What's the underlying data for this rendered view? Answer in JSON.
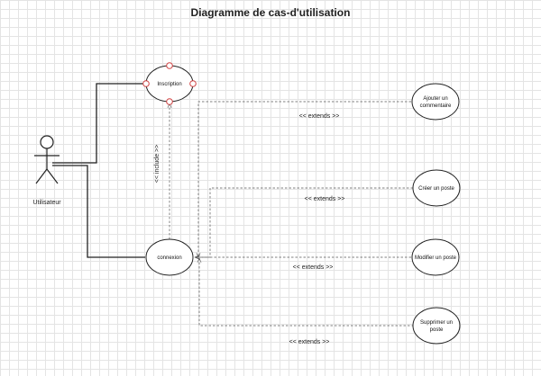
{
  "title": "Diagramme de cas-d'utilisation",
  "actor": {
    "label": "Utilisateur"
  },
  "use_cases": {
    "inscription": "Inscription",
    "connexion": "connexion",
    "ajouter_line1": "Ajouter un",
    "ajouter_line2": "commentaire",
    "creer": "Créer un poste",
    "modifier": "Modifier un poste",
    "supprimer_line1": "Supprimer un",
    "supprimer_line2": "poste"
  },
  "relations": {
    "include": "<< include >>",
    "extends_ajouter": "<< extends >>",
    "extends_creer": "<< extends >>",
    "extends_modifier": "<< extends >>",
    "extends_supprimer": "<< extends >>"
  },
  "colors": {
    "grid": "#e4e4e4",
    "line": "#222222",
    "dashed": "#555555",
    "selection_handle": "#d04040"
  }
}
